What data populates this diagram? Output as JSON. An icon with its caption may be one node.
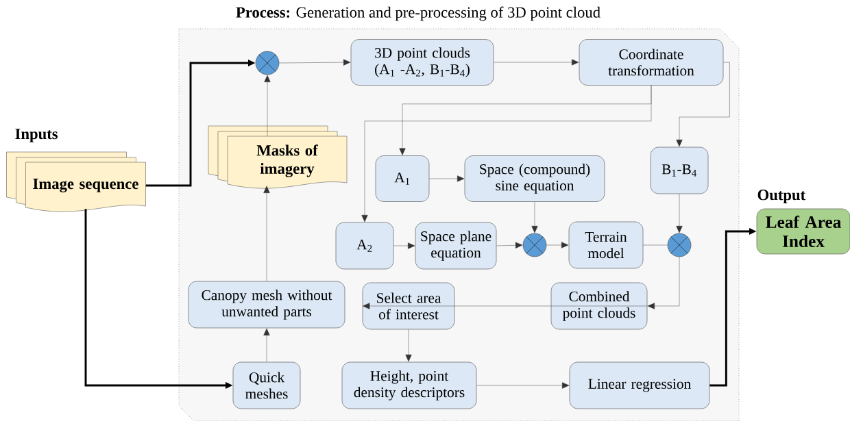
{
  "diagram": {
    "nodes": [
      {
        "text": [
          "**Process:** Generation and pre-processing of 3D point cloud"
        ]
      },
      {
        "text": [
          "Inputs",
          "Image sequence"
        ]
      },
      {
        "text": [],
        "shape": "circle",
        "in": 0
      },
      {
        "text": [
          "3D point clouds (A$_{1}$ -A$_{2}$, B$_{1}$-B$_{4}$)"
        ],
        "in": 0
      },
      {
        "text": [
          "Coordinate transformation"
        ],
        "in": 0
      },
      {
        "text": [
          "Masks of imagery"
        ],
        "in": 0
      },
      {
        "text": [
          "A$_{1}$"
        ],
        "in": 0
      },
      {
        "text": [
          "Space (compound) sine equation"
        ],
        "in": 0
      },
      {
        "text": [
          "B$_{1}$-B$_{4}$"
        ],
        "in": 0
      },
      {
        "text": [
          "A$_{2}$"
        ],
        "in": 0
      },
      {
        "text": [
          "Space plane equation"
        ],
        "in": 0
      },
      {
        "text": [],
        "shape": "circle",
        "in": 0
      },
      {
        "text": [
          "Terrain model"
        ],
        "in": 0
      },
      {
        "text": [],
        "shape": "circle",
        "in": 0
      },
      {
        "text": [
          "Canopy mesh without unwanted parts"
        ],
        "in": 0
      },
      {
        "text": [
          "Select area of interest"
        ],
        "in": 0
      },
      {
        "text": [
          "Combined point clouds"
        ],
        "in": 0
      },
      {
        "text": [
          "Quick meshes"
        ],
        "in": 0
      },
      {
        "text": [
          "Height, point density descriptors"
        ],
        "in": 0
      },
      {
        "text": [
          "Linear regression"
        ],
        "in": 0
      },
      {
        "text": [
          "Output",
          "Leaf Area Index"
        ]
      }
    ],
    "edges": [
      {
        "from": 1,
        "to": 2,
        "arrow": "to",
        "style": "thick"
      },
      {
        "from": 5,
        "to": 2,
        "arrow": "to"
      },
      {
        "from": 2,
        "to": 3,
        "arrow": "to"
      },
      {
        "from": 3,
        "to": 4,
        "arrow": "to"
      },
      {
        "from": 4,
        "to": 6,
        "arrow": "to"
      },
      {
        "from": 4,
        "to": 9,
        "arrow": "to"
      },
      {
        "from": 4,
        "to": 8,
        "arrow": "to"
      },
      {
        "from": 6,
        "to": 7,
        "arrow": "to"
      },
      {
        "from": 7,
        "to": 11,
        "arrow": "to"
      },
      {
        "from": 9,
        "to": 10,
        "arrow": "to"
      },
      {
        "from": 10,
        "to": 11,
        "arrow": "to"
      },
      {
        "from": 11,
        "to": 12,
        "arrow": "to"
      },
      {
        "from": 12,
        "to": 13,
        "arrow": "none"
      },
      {
        "from": 8,
        "to": 13,
        "arrow": "to"
      },
      {
        "from": 13,
        "to": 16,
        "arrow": "to"
      },
      {
        "from": 16,
        "to": 15,
        "arrow": "to"
      },
      {
        "from": 15,
        "to": 18,
        "arrow": "to"
      },
      {
        "from": 18,
        "to": 19,
        "arrow": "to"
      },
      {
        "from": 19,
        "to": 20,
        "arrow": "to",
        "style": "thick"
      },
      {
        "from": 1,
        "to": 17,
        "arrow": "to",
        "style": "thick"
      },
      {
        "from": 17,
        "to": 14,
        "arrow": "to"
      },
      {
        "from": 14,
        "to": 5,
        "arrow": "to"
      }
    ]
  }
}
